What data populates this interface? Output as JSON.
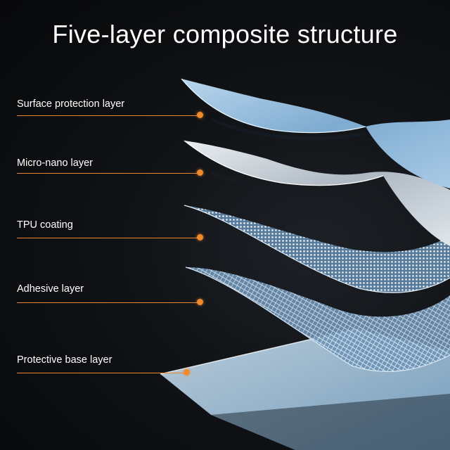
{
  "title": "Five-layer composite structure",
  "layers": [
    {
      "label": "Surface protection layer"
    },
    {
      "label": "Micro-nano layer"
    },
    {
      "label": "TPU coating"
    },
    {
      "label": "Adhesive layer"
    },
    {
      "label": "Protective base layer"
    }
  ],
  "colors": {
    "accent": "#f08a2a",
    "background": "#0b0c0e",
    "film_blue": "#8fb8d8",
    "film_silver": "#c9d2da"
  }
}
